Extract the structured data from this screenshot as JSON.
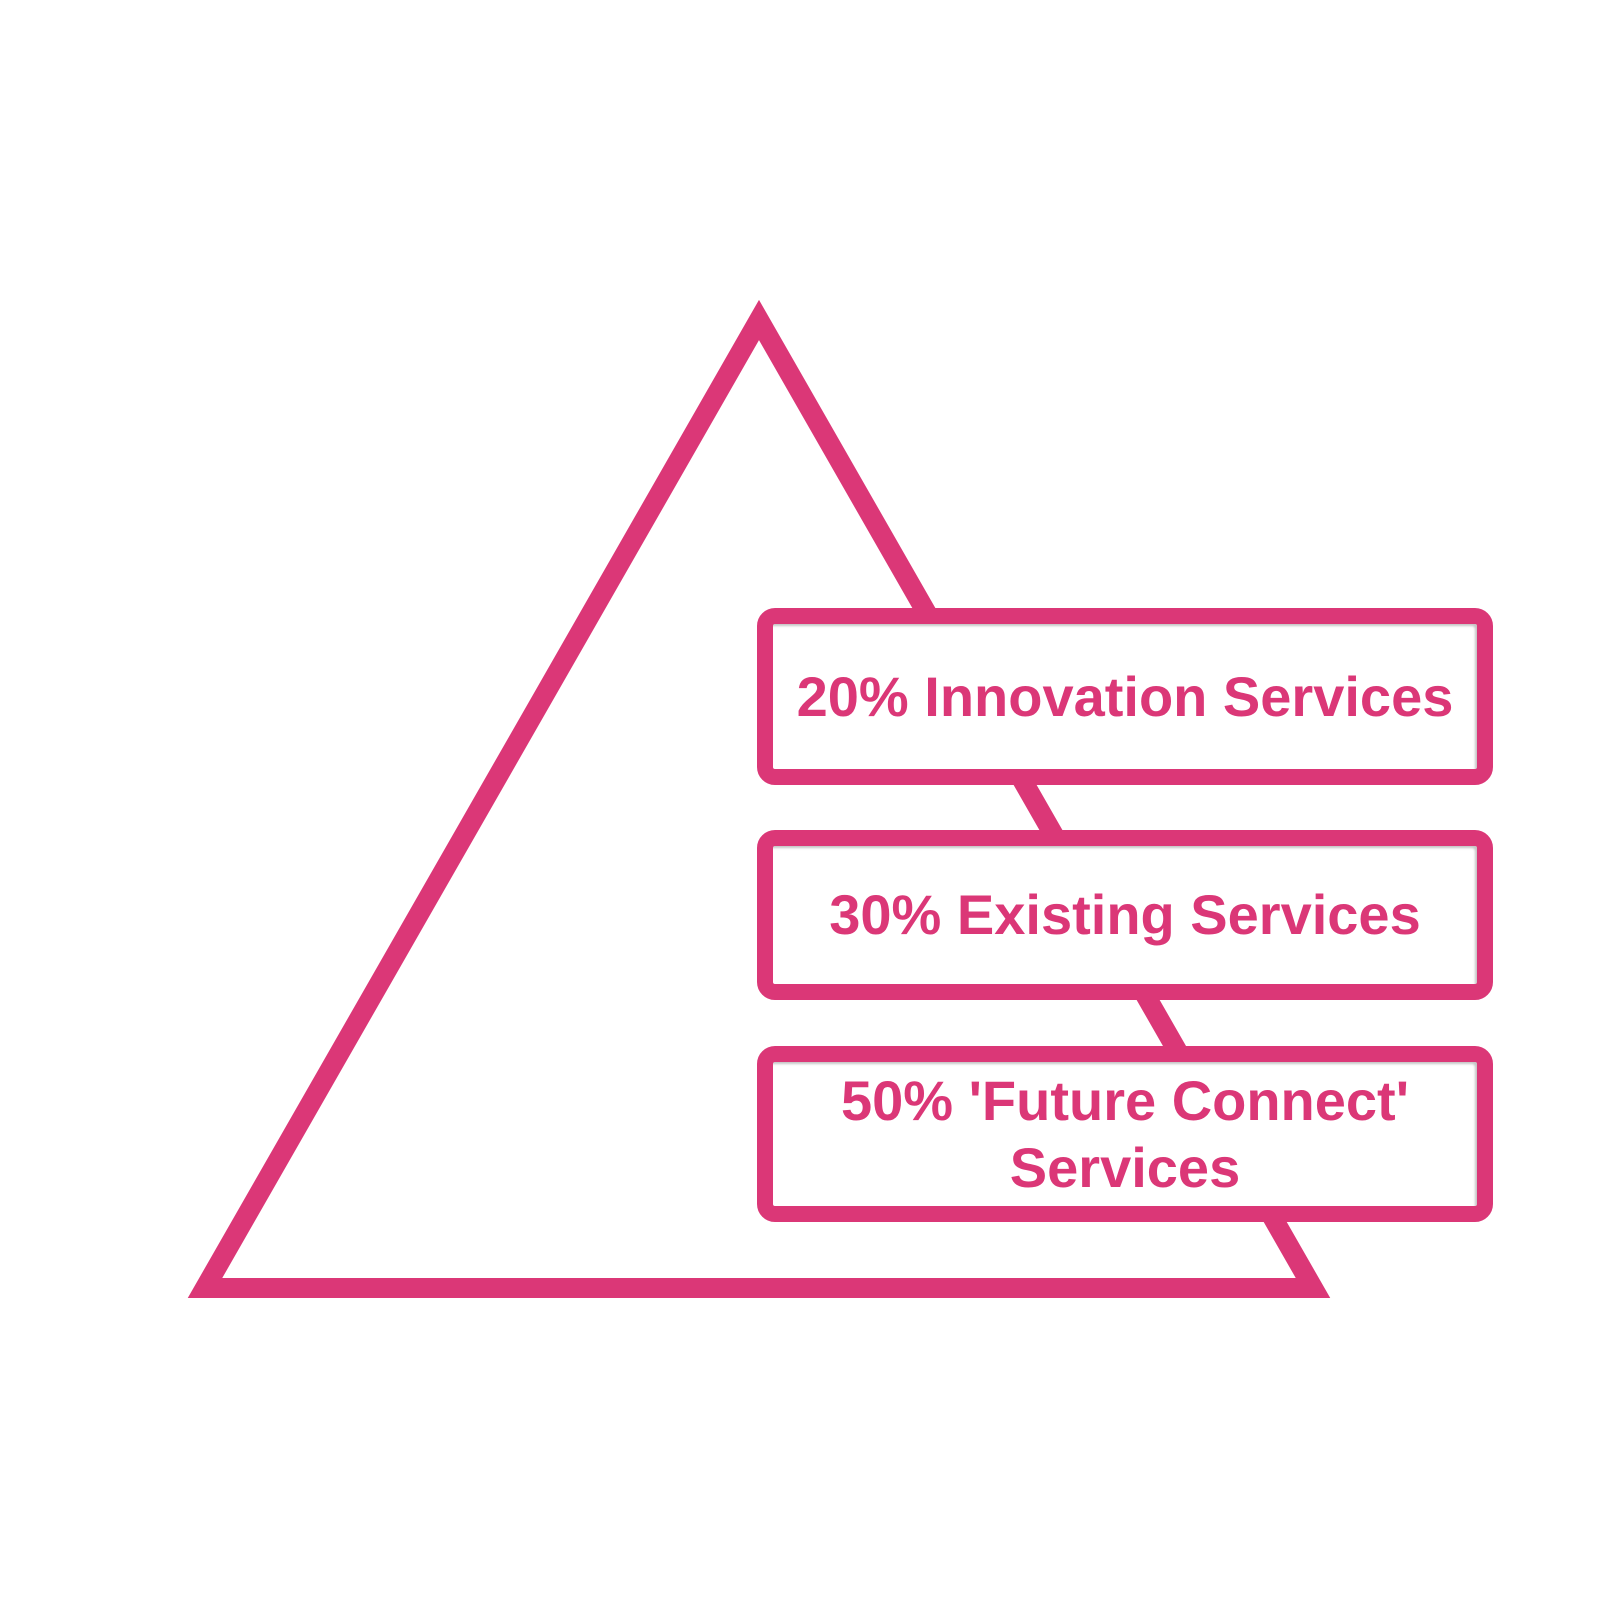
{
  "colors": {
    "accent_pink": "#DB3777",
    "background": "#FFFFFF"
  },
  "pyramid": {
    "type": "pyramid-diagram",
    "levels": [
      {
        "position": "top",
        "percent": "20%",
        "name": "Innovation Services",
        "label": "20% Innovation Services",
        "lines": [
          "20% Innovation Services"
        ]
      },
      {
        "position": "middle",
        "percent": "30%",
        "name": "Existing Services",
        "label": "30% Existing Services",
        "lines": [
          "30% Existing Services"
        ]
      },
      {
        "position": "bottom",
        "percent": "50%",
        "name": "'Future Connect' Services",
        "label": "50% 'Future Connect' Services",
        "lines": [
          "50% 'Future Connect'",
          "Services"
        ]
      }
    ]
  }
}
